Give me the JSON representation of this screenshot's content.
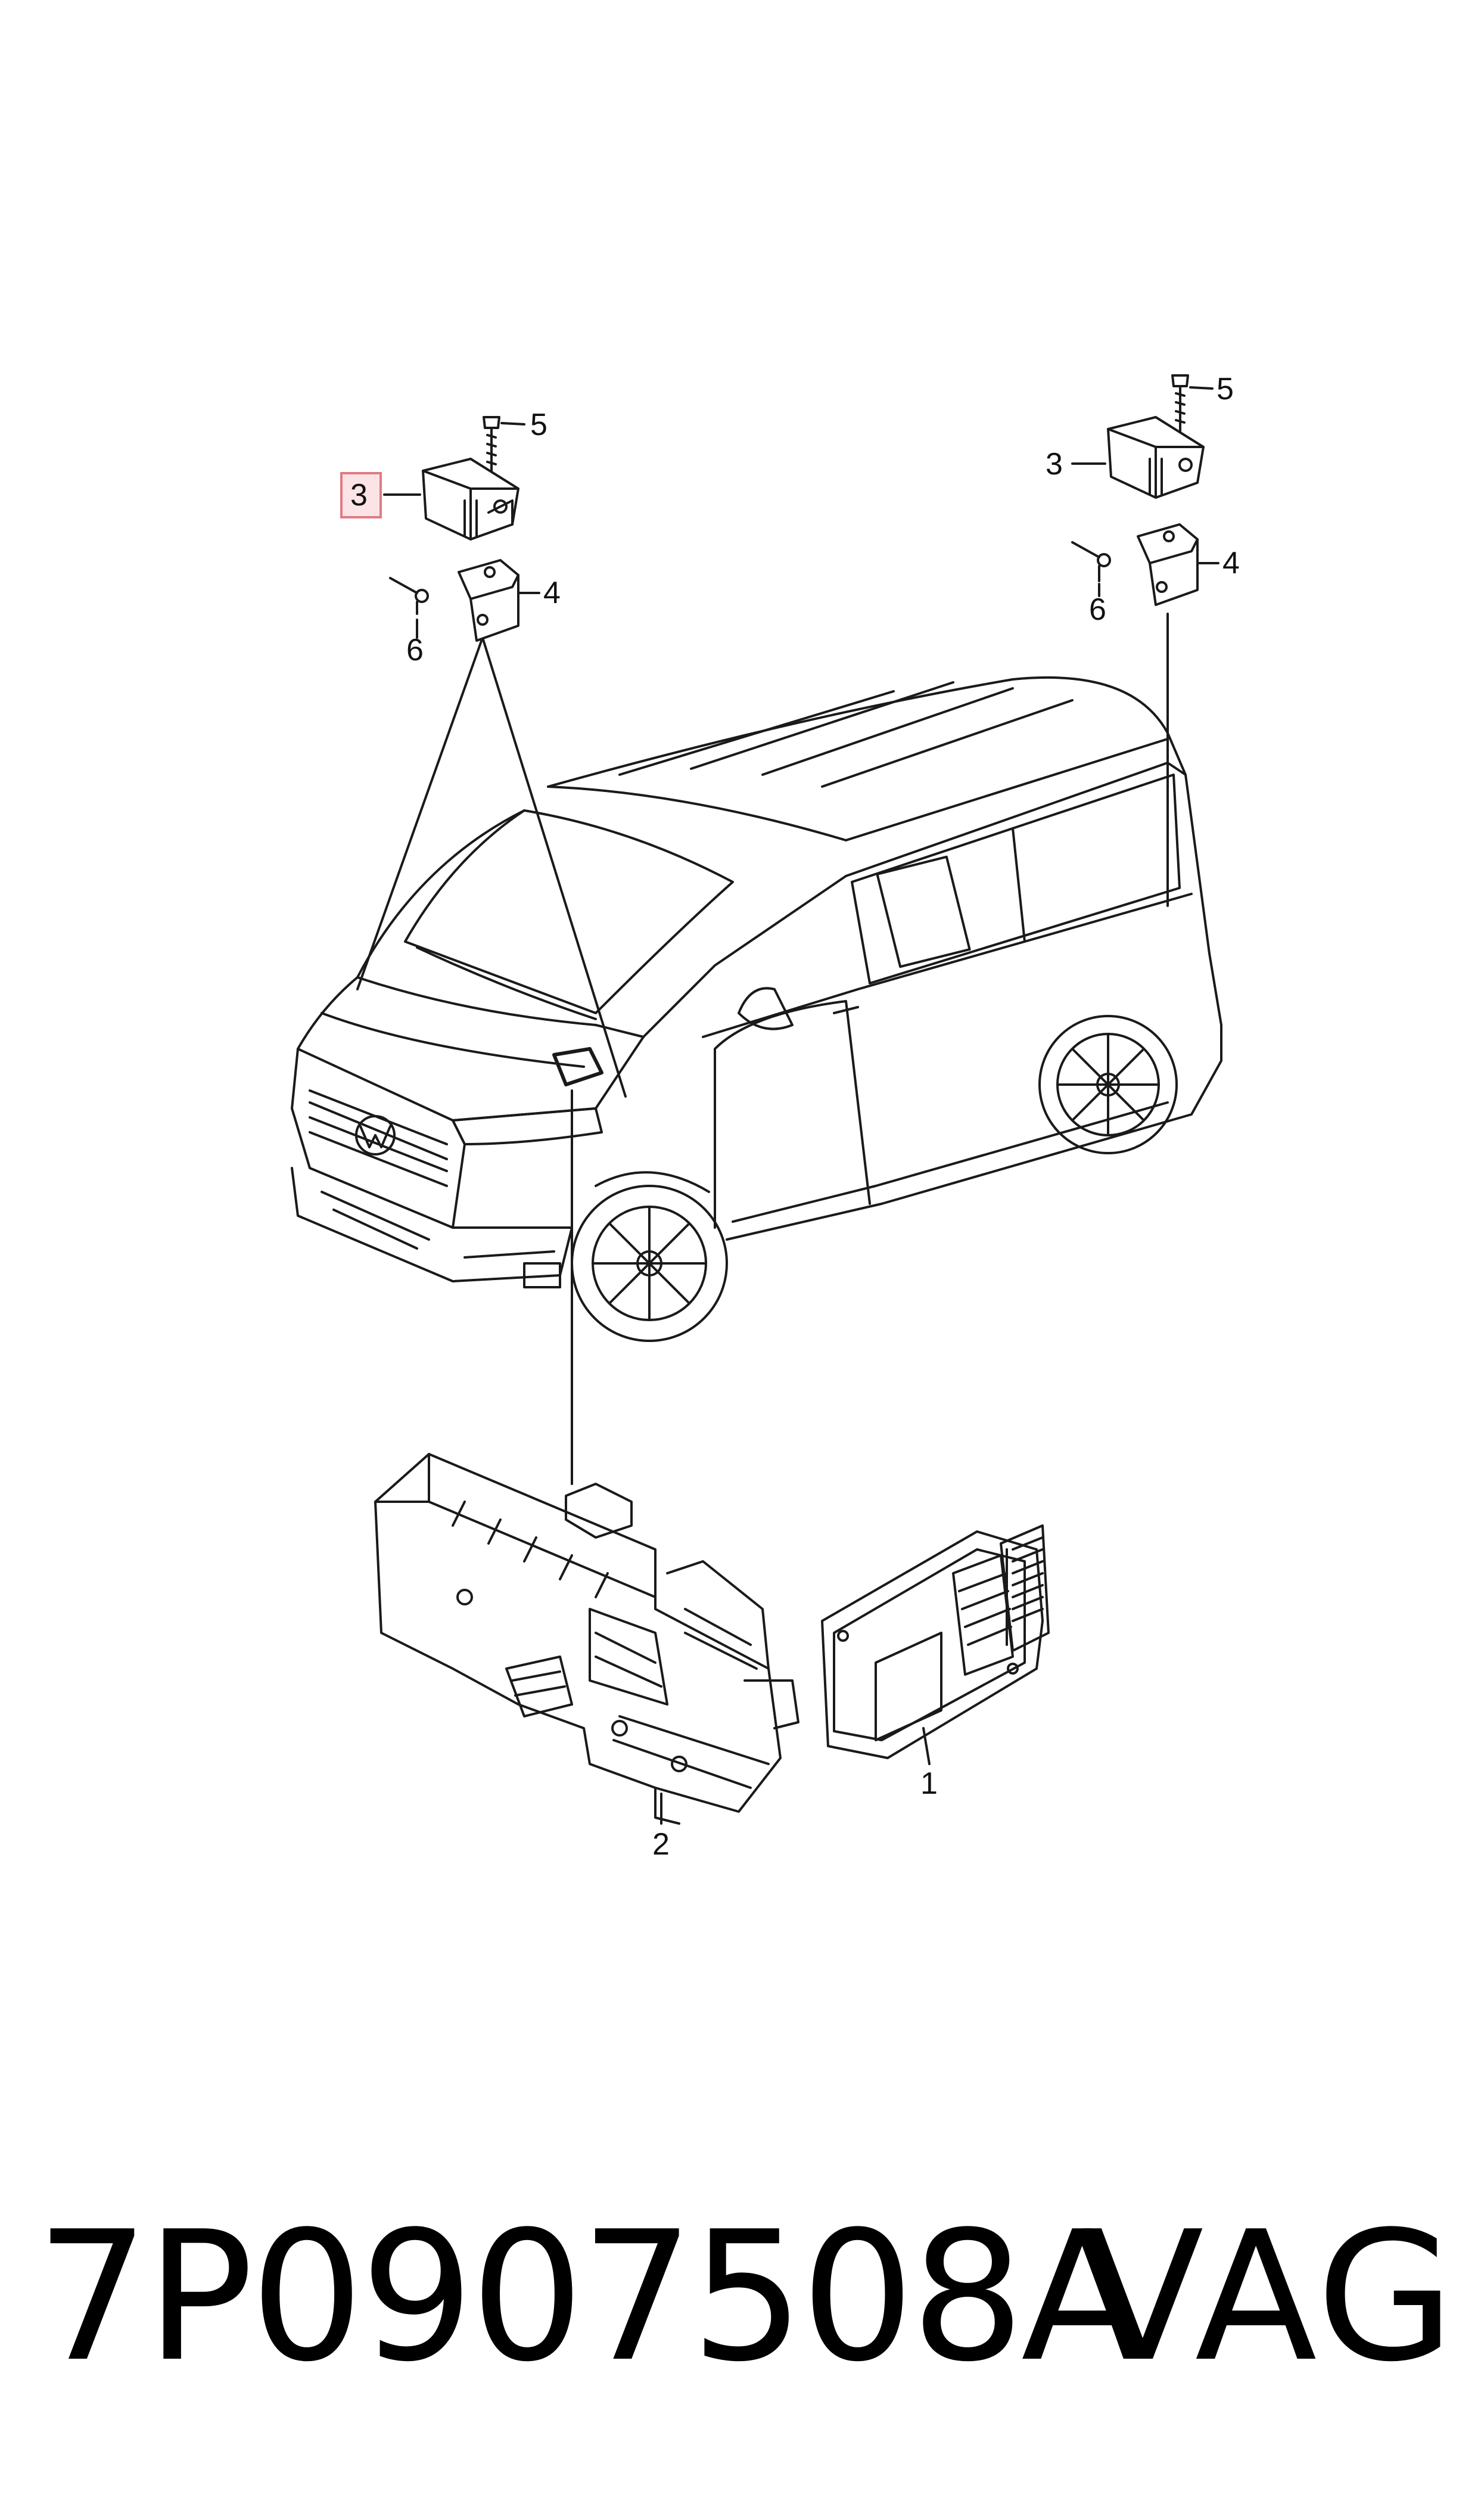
{
  "callouts": {
    "left_group": {
      "item_3": "3",
      "item_4": "4",
      "item_5": "5",
      "item_6": "6"
    },
    "right_group": {
      "item_3": "3",
      "item_4": "4",
      "item_5": "5",
      "item_6": "6"
    },
    "bottom_group": {
      "item_1": "1",
      "item_2": "2"
    }
  },
  "footer": {
    "part_number": "7P0907508A",
    "brand": "VAG"
  },
  "colors": {
    "line": "#1a1a1a",
    "highlight_border": "#e07a86",
    "highlight_fill": "#fbe3e6",
    "background": "#ffffff"
  },
  "icons": {
    "van": "van-illustration",
    "sensor": "sensor-part",
    "bracket": "bracket-part",
    "screw": "screw-part",
    "rivet": "rivet-part",
    "control_unit": "control-unit-part",
    "mounting_bracket": "mounting-bracket-part"
  }
}
